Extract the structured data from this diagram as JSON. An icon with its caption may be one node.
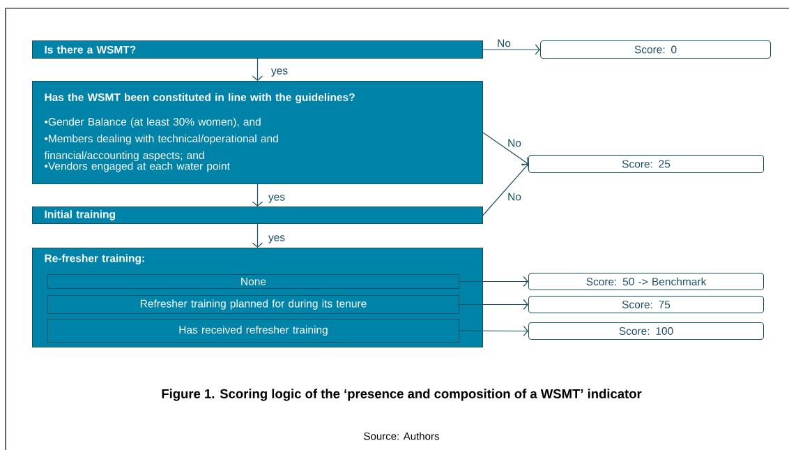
{
  "diagram": {
    "caption": "Figure 1. Scoring logic of the ‘presence and composition of a WSMT’ indicator",
    "nodes": [
      {
        "text": [
          "Is there a WSMT?"
        ]
      },
      {
        "text": [
          "Score: 0"
        ]
      },
      {
        "text": [
          "Has the WSMT been constituted in line with the guidelines?",
          "•Gender Balance  (at least 30% women), and",
          "•Members dealing with technical/operational and financial/accounting aspects; and",
          "•Vendors engaged at each water point"
        ]
      },
      {
        "text": [
          "Score: 25"
        ]
      },
      {
        "text": [
          "Initial training"
        ]
      },
      {
        "text": [
          "Re-fresher training:"
        ]
      },
      {
        "text": [
          "None"
        ],
        "in": 5
      },
      {
        "text": [
          "Score:  50  -> Benchmark"
        ]
      },
      {
        "text": [
          "Refresher training planned for during its tenure"
        ],
        "in": 5
      },
      {
        "text": [
          "Score: 75"
        ]
      },
      {
        "text": [
          "Has received refresher training"
        ],
        "in": 5
      },
      {
        "text": [
          "Score: 100"
        ]
      }
    ],
    "edges": [
      {
        "from": 0,
        "to": 1,
        "arrow": "to",
        "label": "No"
      },
      {
        "from": 0,
        "to": 2,
        "arrow": "to",
        "label": "yes"
      },
      {
        "from": 2,
        "to": 3,
        "arrow": "to",
        "label": "No"
      },
      {
        "from": 2,
        "to": 4,
        "arrow": "to",
        "label": "yes"
      },
      {
        "from": 4,
        "to": 3,
        "arrow": "to",
        "label": "No"
      },
      {
        "from": 4,
        "to": 5,
        "arrow": "to",
        "label": "yes"
      },
      {
        "from": 6,
        "to": 7,
        "arrow": "to"
      },
      {
        "from": 8,
        "to": 9,
        "arrow": "to"
      },
      {
        "from": 10,
        "to": 11,
        "arrow": "to"
      }
    ],
    "labels": [
      "Source: Authors"
    ]
  }
}
